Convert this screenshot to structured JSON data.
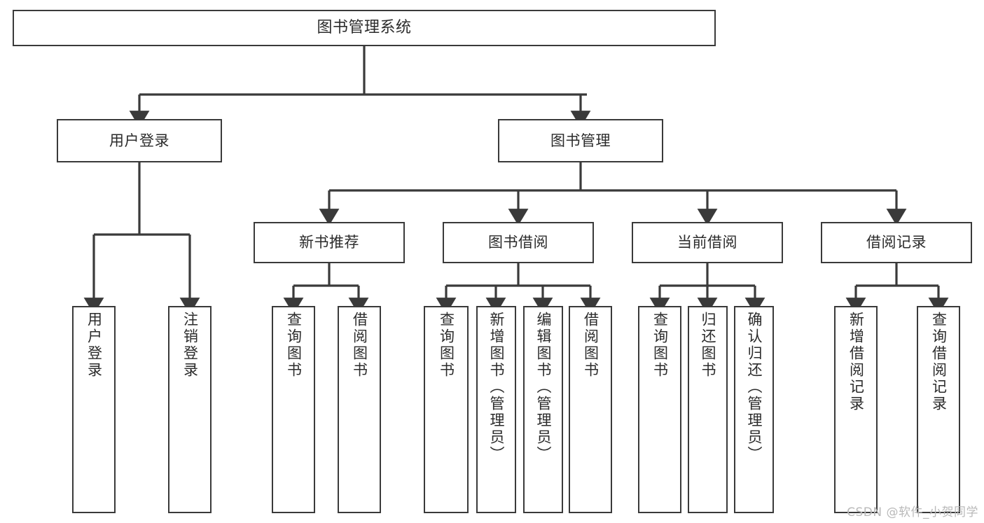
{
  "diagram": {
    "title": "图书管理系统",
    "type": "tree-hierarchy",
    "edge_color": "#3a3a3a",
    "box_border_color": "#3a3a3a",
    "background_color": "#ffffff",
    "text_color": "#2b2b2b"
  },
  "nodes": {
    "root": {
      "label": "图书管理系统"
    },
    "level2": [
      {
        "label": "用户登录"
      },
      {
        "label": "图书管理"
      }
    ],
    "level3": [
      {
        "label": "新书推荐"
      },
      {
        "label": "图书借阅"
      },
      {
        "label": "当前借阅"
      },
      {
        "label": "借阅记录"
      }
    ],
    "leaves": {
      "user_login": [
        {
          "label": "用户登录"
        },
        {
          "label": "注销登录"
        }
      ],
      "new_book_recommend": [
        {
          "label": "查询图书"
        },
        {
          "label": "借阅图书"
        }
      ],
      "book_borrow": [
        {
          "label": "查询图书"
        },
        {
          "label": "新增图书（管理员）"
        },
        {
          "label": "编辑图书（管理员）"
        },
        {
          "label": "借阅图书"
        }
      ],
      "current_borrow": [
        {
          "label": "查询图书"
        },
        {
          "label": "归还图书"
        },
        {
          "label": "确认归还（管理员）"
        }
      ],
      "borrow_record": [
        {
          "label": "新增借阅记录"
        },
        {
          "label": "查询借阅记录"
        }
      ]
    }
  },
  "watermark": {
    "text": "CSDN @软件_小贺同学"
  }
}
